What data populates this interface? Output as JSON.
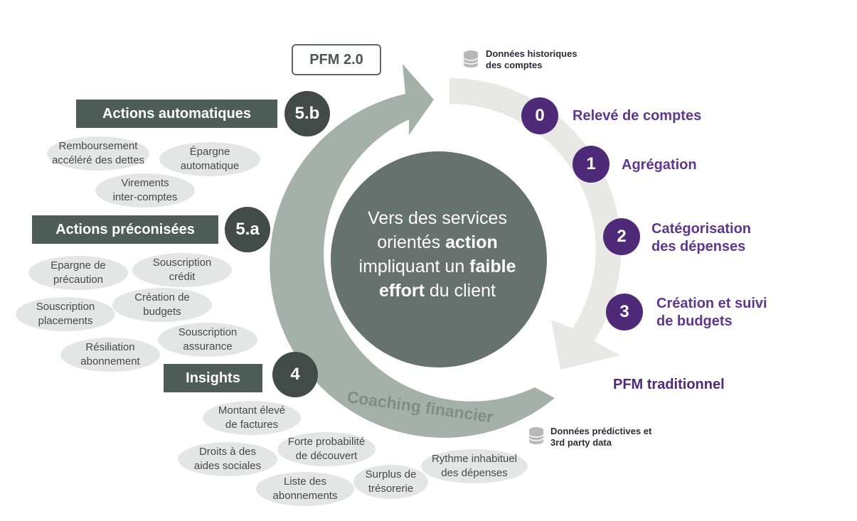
{
  "header": {
    "pfm2_label": "PFM 2.0",
    "db_historique": [
      "Données historiques",
      "des comptes"
    ],
    "db_predictive": [
      "Données prédictives et",
      "3rd party data"
    ],
    "traditional_label": "PFM traditionnel",
    "coaching_label": "Coaching financier"
  },
  "center": {
    "line1": "Vers des services",
    "line2_pre": "orientés ",
    "line2_bold": "action",
    "line3_pre": "impliquant un ",
    "line3_bold": "faible",
    "line4_bold": "effort",
    "line4_post": " du client"
  },
  "steps": [
    {
      "num": "0",
      "label": "Relevé de comptes"
    },
    {
      "num": "1",
      "label": "Agrégation"
    },
    {
      "num": "2",
      "label": "Catégorisation des dépenses"
    },
    {
      "num": "3",
      "label": "Création et suivi de budgets"
    }
  ],
  "step2_lines": [
    "Catégorisation",
    "des dépenses"
  ],
  "step3_lines": [
    "Création et suivi",
    "de budgets"
  ],
  "stages": {
    "s5b": {
      "num": "5.b",
      "label": "Actions automatiques"
    },
    "s5a": {
      "num": "5.a",
      "label": "Actions préconisées"
    },
    "s4": {
      "num": "4",
      "label": "Insights"
    }
  },
  "bubbles_5b": [
    [
      "Remboursement",
      "accéléré des dettes"
    ],
    [
      "Épargne",
      "automatique"
    ],
    [
      "Virements",
      "inter-comptes"
    ]
  ],
  "bubbles_5a": [
    [
      "Epargne de",
      "précaution"
    ],
    [
      "Souscription",
      "crédit"
    ],
    [
      "Création de",
      "budgets"
    ],
    [
      "Souscription",
      "placements"
    ],
    [
      "Souscription",
      "assurance"
    ],
    [
      "Résiliation",
      "abonnement"
    ]
  ],
  "bubbles_4": [
    [
      "Montant élevé",
      "de factures"
    ],
    [
      "Forte probabilité",
      "de découvert"
    ],
    [
      "Droits à des",
      "aides sociales"
    ],
    [
      "Rythme inhabituel",
      "des dépenses"
    ],
    [
      "Surplus de",
      "trésorerie"
    ],
    [
      "Liste des",
      "abonnements"
    ]
  ],
  "colors": {
    "outer_arrow": "#a4b0aa",
    "inner_arrow": "#e8e8e5",
    "center_circle": "#65726e",
    "dark_tag": "#4f5d58",
    "dark_circle": "#414b47",
    "purple": "#4e2a78",
    "purple_text": "#5f3690",
    "bubble": "#e4e6e5"
  },
  "icons": {
    "database": "database-icon"
  }
}
